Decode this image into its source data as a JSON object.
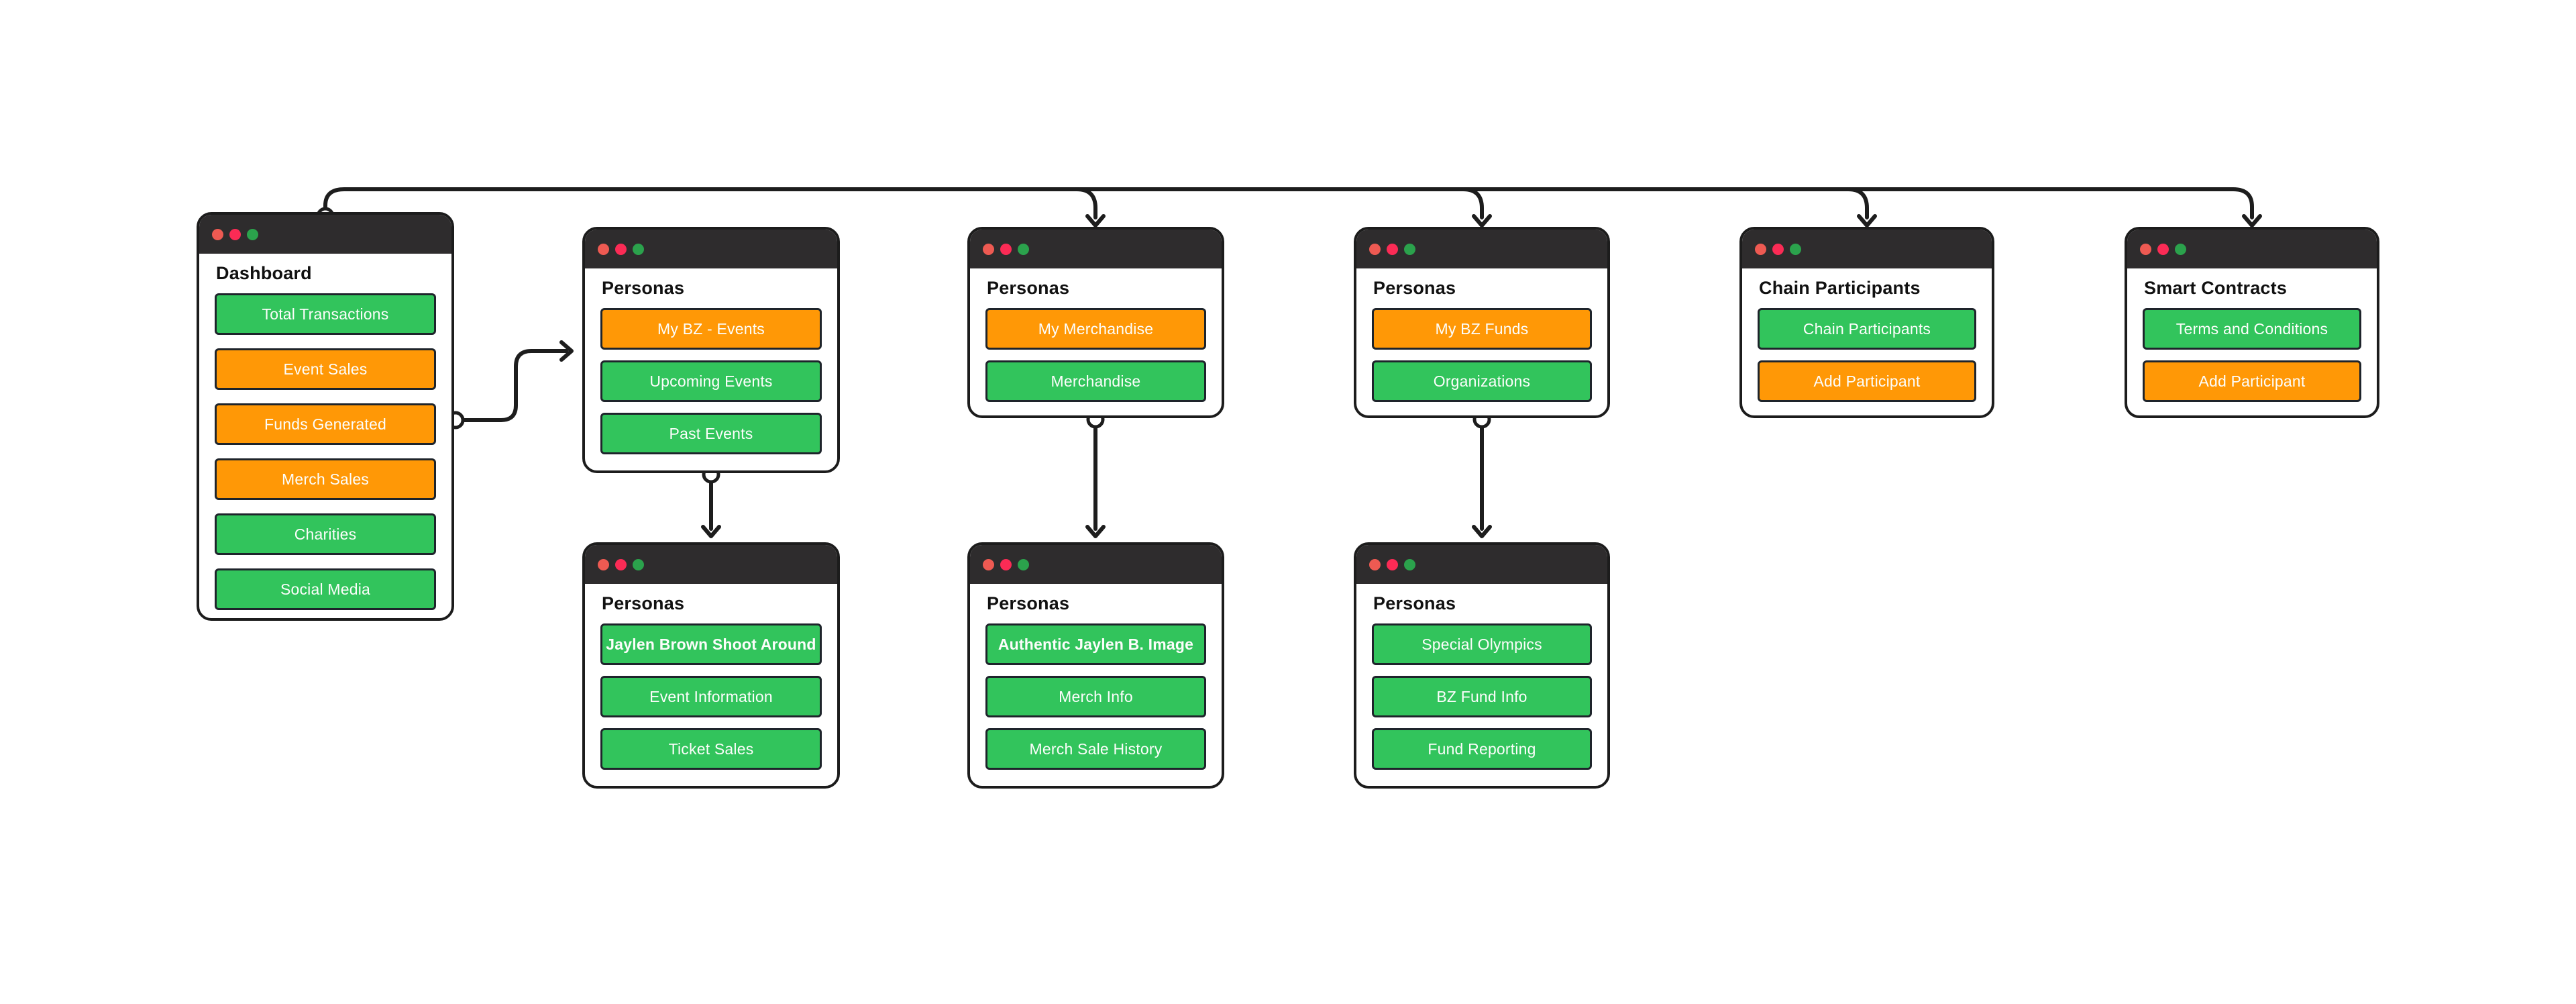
{
  "colors": {
    "background": "#ffffff",
    "window_border": "#1c1c1c",
    "titlebar": "#2e2c2d",
    "button_green": "#32c45c",
    "button_orange": "#ff9806",
    "button_text": "#fcfdfb",
    "connector": "#1d1d1d",
    "traffic_dot_red": "#ee5a52",
    "traffic_dot_pink": "#fb2b55",
    "traffic_dot_green": "#2ba24c"
  },
  "windows": [
    {
      "id": "dashboard",
      "title": "Dashboard",
      "buttons": [
        {
          "label": "Total Transactions",
          "color": "green",
          "weight": "normal"
        },
        {
          "label": "Event Sales",
          "color": "orange",
          "weight": "normal"
        },
        {
          "label": "Funds Generated",
          "color": "orange",
          "weight": "normal"
        },
        {
          "label": "Merch Sales",
          "color": "orange",
          "weight": "normal"
        },
        {
          "label": "Charities",
          "color": "green",
          "weight": "normal"
        },
        {
          "label": "Social Media",
          "color": "green",
          "weight": "normal"
        }
      ]
    },
    {
      "id": "personas-events",
      "title": "Personas",
      "buttons": [
        {
          "label": "My BZ - Events",
          "color": "orange",
          "weight": "normal"
        },
        {
          "label": "Upcoming Events",
          "color": "green",
          "weight": "normal"
        },
        {
          "label": "Past Events",
          "color": "green",
          "weight": "normal"
        }
      ]
    },
    {
      "id": "personas-merchandise",
      "title": "Personas",
      "buttons": [
        {
          "label": "My Merchandise",
          "color": "orange",
          "weight": "normal"
        },
        {
          "label": "Merchandise",
          "color": "green",
          "weight": "normal"
        }
      ]
    },
    {
      "id": "personas-funds",
      "title": "Personas",
      "buttons": [
        {
          "label": "My BZ Funds",
          "color": "orange",
          "weight": "normal"
        },
        {
          "label": "Organizations",
          "color": "green",
          "weight": "normal"
        }
      ]
    },
    {
      "id": "chain-participants",
      "title": "Chain Participants",
      "buttons": [
        {
          "label": "Chain Participants",
          "color": "green",
          "weight": "normal"
        },
        {
          "label": "Add Participant",
          "color": "orange",
          "weight": "normal"
        }
      ]
    },
    {
      "id": "smart-contracts",
      "title": "Smart Contracts",
      "buttons": [
        {
          "label": "Terms and Conditions",
          "color": "green",
          "weight": "normal"
        },
        {
          "label": "Add Participant",
          "color": "orange",
          "weight": "normal"
        }
      ]
    },
    {
      "id": "personas-event-detail",
      "title": "Personas",
      "buttons": [
        {
          "label": "Jaylen Brown Shoot Around",
          "color": "green",
          "weight": "bold"
        },
        {
          "label": "Event Information",
          "color": "green",
          "weight": "normal"
        },
        {
          "label": "Ticket Sales",
          "color": "green",
          "weight": "normal"
        }
      ]
    },
    {
      "id": "personas-merch-detail",
      "title": "Personas",
      "buttons": [
        {
          "label": "Authentic Jaylen B. Image",
          "color": "green",
          "weight": "bold"
        },
        {
          "label": "Merch Info",
          "color": "green",
          "weight": "normal"
        },
        {
          "label": "Merch Sale History",
          "color": "green",
          "weight": "normal"
        }
      ]
    },
    {
      "id": "personas-fund-detail",
      "title": "Personas",
      "buttons": [
        {
          "label": "Special Olympics",
          "color": "green",
          "weight": "normal"
        },
        {
          "label": "BZ Fund Info",
          "color": "green",
          "weight": "normal"
        },
        {
          "label": "Fund Reporting",
          "color": "green",
          "weight": "normal"
        }
      ]
    }
  ],
  "edges": [
    {
      "from": "dashboard",
      "to": "personas-merchandise"
    },
    {
      "from": "dashboard",
      "to": "personas-funds"
    },
    {
      "from": "dashboard",
      "to": "chain-participants"
    },
    {
      "from": "dashboard",
      "to": "smart-contracts"
    },
    {
      "from": "dashboard:funds-generated",
      "to": "personas-events"
    },
    {
      "from": "personas-events",
      "to": "personas-event-detail"
    },
    {
      "from": "personas-merchandise",
      "to": "personas-merch-detail"
    },
    {
      "from": "personas-funds",
      "to": "personas-fund-detail"
    }
  ]
}
